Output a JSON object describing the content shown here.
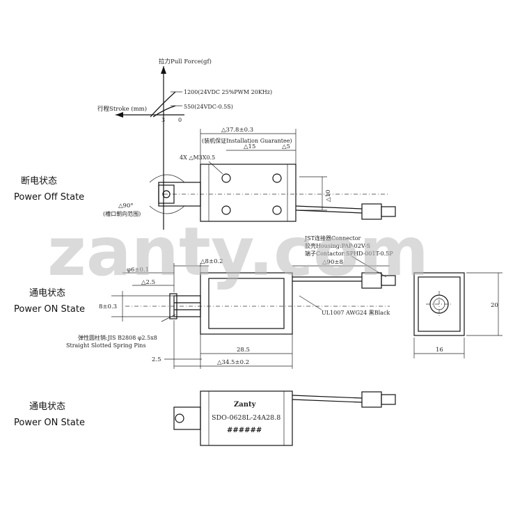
{
  "labels": {
    "pull_force_axis": "拉力Pull Force(gf)",
    "stroke_axis": "行程Stroke (mm)",
    "force_1200": "1200(24VDC 25%PWM 20KHz)",
    "force_550": "550(24VDC-0.5S)",
    "stroke_tick_3": "3",
    "stroke_tick_0": "0",
    "off_state_zh": "断电状态",
    "off_state_en": "Power Off State",
    "on_state_zh_1": "通电状态",
    "on_state_en_1": "Power ON State",
    "on_state_zh_2": "通电状态",
    "on_state_en_2": "Power ON State",
    "dim_37_8": "△37.8±0.3",
    "install_guarantee": "(装机保证Installation Guarantee)",
    "screw_holes": "4X △M3X0.5",
    "dim_15": "△15",
    "dim_5": "△5",
    "dim_10": "△10",
    "angle_90": "△90°",
    "slot_range": "(槽口朝向范围)",
    "dim_8": "△8±0.2",
    "dim_6": "φ6±0.1",
    "dim_2_5_top": "△2.5",
    "dim_8_side": "8±0.3",
    "pin_zh": "弹性圆柱销:JIS B2808 φ2.5x8",
    "pin_en": "Straight Slotted Spring Pins",
    "dim_2_5_bottom": "2.5",
    "dim_28_5": "28.5",
    "dim_34_5": "△34.5±0.2",
    "jst_connector": "JST连接器Connector",
    "housing": "胶壳Housing:PAP-02V-S",
    "contactor": "端子Contactor:SPHD-001T-0.5P",
    "dim_90": "△90±8",
    "wire": "UL1007 AWG24 黑Black",
    "dim_20": "20",
    "dim_16": "16",
    "brand": "Zanty",
    "model": "SDO-0628L-24A28.8",
    "code": "######",
    "watermark": "zanty.com"
  }
}
